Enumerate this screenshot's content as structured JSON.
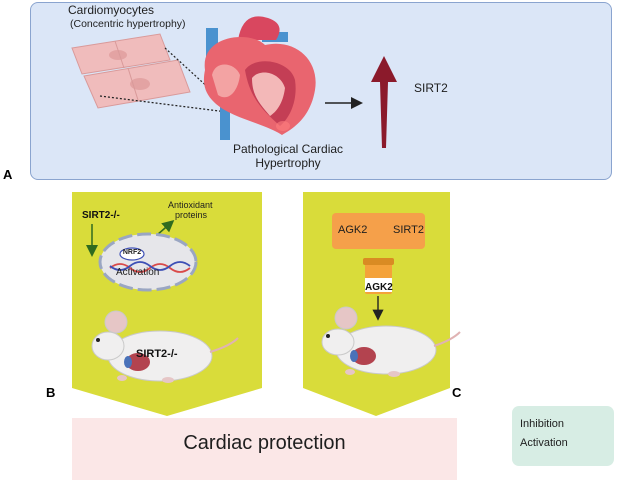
{
  "panel_a": {
    "cardiomyocytes_title": "Cardiomyocytes",
    "cardiomyocytes_subtitle": "(Concentric hypertrophy)",
    "pathology_line1": "Pathological Cardiac",
    "pathology_line2": "Hypertrophy",
    "sirt2_label": "SIRT2",
    "letter": "A"
  },
  "panel_b": {
    "knockout_label": "SIRT2-/-",
    "antioxidant_line1": "Antioxidant",
    "antioxidant_line2": "proteins",
    "nrf2_label": "NRF2",
    "activation_label": "Activation",
    "mouse_label": "SIRT2-/-",
    "letter": "B"
  },
  "panel_c": {
    "inhibitor_label": "AGK2",
    "target_label": "SIRT2",
    "jar_label": "AGK2",
    "letter": "C"
  },
  "outcome": {
    "label": "Cardiac protection"
  },
  "legend": {
    "inhibition": "Inhibition",
    "activation": "Activation"
  },
  "colors": {
    "panel_a_bg": "#dbe6f7",
    "banner_yellow": "#d9dc3a",
    "outcome_pink": "#fbe7e7",
    "legend_green": "#d7ede4",
    "agk2_orange": "#f5a04a",
    "arrow_red": "#8b1a2b",
    "activation_green": "#2f6b1f"
  }
}
